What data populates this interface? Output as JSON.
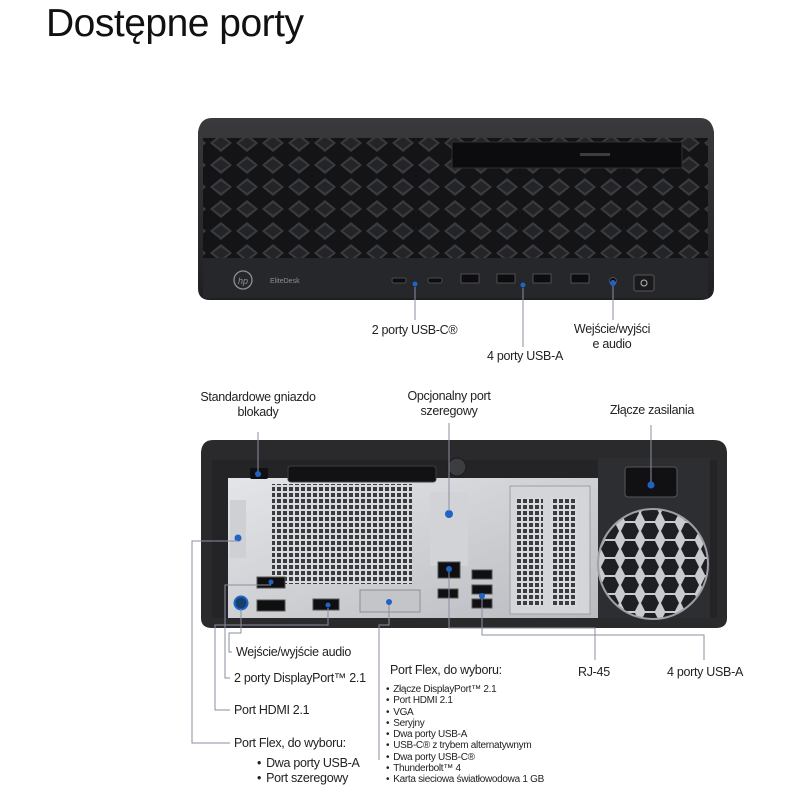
{
  "title": "Dostępne porty",
  "brand": {
    "name": "EliteDesk",
    "logo": "hp-logo"
  },
  "front_labels": {
    "usb_c": "2 porty USB-C®",
    "usb_a": "4 porty USB-A",
    "audio": [
      "Wejście/wyjści",
      "e audio"
    ]
  },
  "rear_labels": {
    "lock": [
      "Standardowe gniazdo",
      "blokady"
    ],
    "serial": [
      "Opcjonalny port",
      "szeregowy"
    ],
    "power": "Złącze zasilania",
    "audio": "Wejście/wyjście audio",
    "displayport": "2 porty DisplayPort™ 2.1",
    "hdmi": "Port HDMI 2.1",
    "flex_left_title": "Port Flex, do wyboru:",
    "flex_left_items": [
      "Dwa porty USB-A",
      "Port szeregowy"
    ],
    "flex_mid_title": "Port Flex, do wyboru:",
    "flex_mid_items": [
      "Złącze DisplayPort™ 2.1",
      "Port HDMI 2.1",
      "VGA",
      "Seryjny",
      "Dwa porty USB-A",
      "USB-C® z trybem alternatywnym",
      "Dwa porty USB-C®",
      "Thunderbolt™ 4",
      "Karta sieciowa światłowodowa 1 GB"
    ],
    "rj45": "RJ-45",
    "usb_a": "4 porty USB-A"
  },
  "colors": {
    "case": "#2a2a2c",
    "accent_dot": "#1f63c6",
    "callout_line": "#8a8fa0"
  }
}
